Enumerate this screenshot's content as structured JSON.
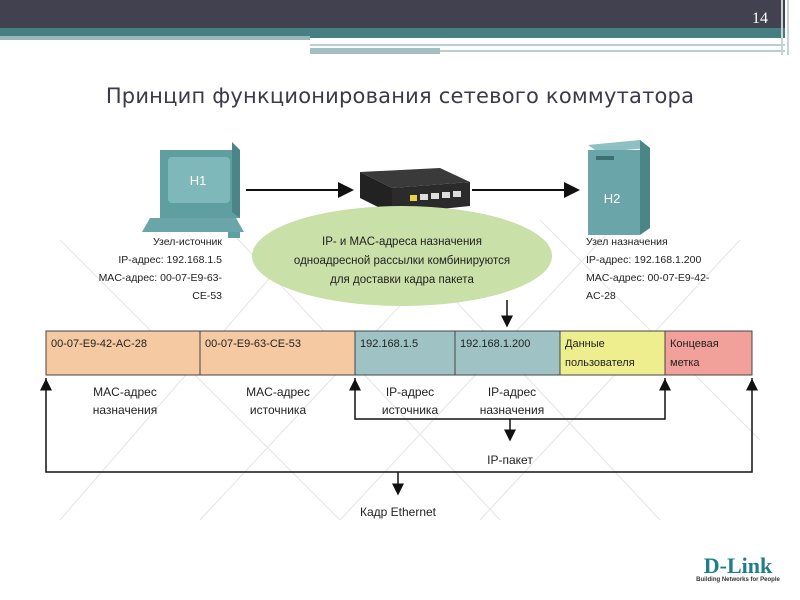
{
  "slide": {
    "page_number": "14",
    "title": "Принцип функционирования сетевого коммутатора"
  },
  "hosts": {
    "source": {
      "icon_label": "H1",
      "lines": [
        "Узел-источник",
        "IP-адрес: 192.168.1.5",
        "MAC-адрес: 00-07-E9-63-",
        "CE-53"
      ]
    },
    "destination": {
      "icon_label": "H2",
      "lines": [
        "Узел назначения",
        "IP-адрес: 192.168.1.200",
        "MAC-адрес: 00-07-E9-42-",
        "AC-28"
      ]
    }
  },
  "bubble": {
    "lines": [
      "IP- и MAC-адреса назначения",
      "одноадресной рассылки комбинируются",
      "для доставки кадра пакета"
    ],
    "color": "#c9e0a8"
  },
  "frame": {
    "fields": [
      {
        "lines": [
          "00-07-E9-42-AC-28"
        ],
        "color": "#f5c9a1"
      },
      {
        "lines": [
          "00-07-E9-63-CE-53"
        ],
        "color": "#f5c9a1"
      },
      {
        "lines": [
          "192.168.1.5"
        ],
        "color": "#9fc3c4"
      },
      {
        "lines": [
          "192.168.1.200"
        ],
        "color": "#9fc3c4"
      },
      {
        "lines": [
          "Данные",
          "пользователя"
        ],
        "color": "#eeee8e"
      },
      {
        "lines": [
          "Концевая",
          "метка"
        ],
        "color": "#f2a09a"
      }
    ],
    "labels": [
      [
        "MAC-адрес",
        "назначения"
      ],
      [
        "MAC-адрес",
        "источника"
      ],
      [
        "IP-адрес",
        "источника"
      ],
      [
        "IP-адрес",
        "назначения"
      ]
    ],
    "ip_packet_label": "IP-пакет",
    "ethernet_label": "Кадр Ethernet"
  },
  "logo": {
    "name": "D-Link",
    "tagline": "Building Networks for People"
  }
}
